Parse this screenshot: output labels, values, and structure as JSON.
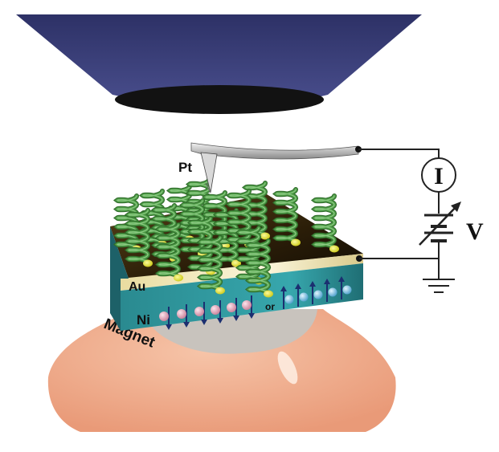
{
  "labels": {
    "tip": "Pt",
    "gold": "Au",
    "nickel": "Ni",
    "magnet": "Magnet",
    "or": "or",
    "current": "I",
    "voltage": "V"
  },
  "colors": {
    "objective": "#3b3f78",
    "objective_bottom": "#141414",
    "gold_film": "#3a2a10",
    "au_layer": "#f1e7b8",
    "ni_layer": "#2b8f95",
    "helix": "#4d9a46",
    "helix_end": "#e4e23a",
    "magnet": "#efae8e",
    "spin_down": "#e2a5ba",
    "spin_up": "#86c8ea",
    "wire": "#222222"
  },
  "icons": {
    "current_meter": "ammeter-icon",
    "voltage_source": "variable-battery-icon",
    "ground": "ground-icon"
  }
}
